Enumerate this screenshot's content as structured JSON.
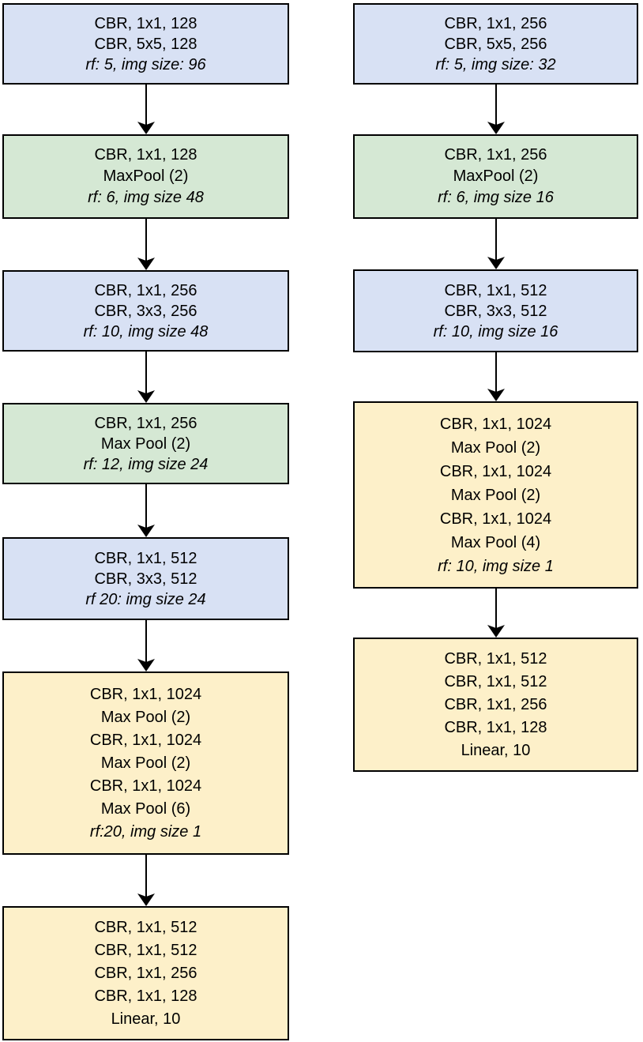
{
  "diagram": {
    "colors": {
      "conv_block": "#d8e1f4",
      "pool_block": "#d5e8d4",
      "head_block": "#fdf0c9",
      "border": "#000000",
      "arrow": "#000000",
      "background": "#ffffff"
    },
    "columns": [
      {
        "name": "left-network",
        "boxes": [
          {
            "type": "conv_block",
            "lines": [
              {
                "text": "CBR, 1x1, 128",
                "italic": false
              },
              {
                "text": "CBR, 5x5, 128",
                "italic": false
              },
              {
                "text": "rf: 5, img size: 96",
                "italic": true
              }
            ]
          },
          {
            "type": "pool_block",
            "lines": [
              {
                "text": "CBR, 1x1, 128",
                "italic": false
              },
              {
                "text": "MaxPool (2)",
                "italic": false
              },
              {
                "text": "rf: 6, img size 48",
                "italic": true
              }
            ]
          },
          {
            "type": "conv_block",
            "lines": [
              {
                "text": "CBR, 1x1, 256",
                "italic": false
              },
              {
                "text": "CBR, 3x3, 256",
                "italic": false
              },
              {
                "text": "rf: 10, img size 48",
                "italic": true
              }
            ]
          },
          {
            "type": "pool_block",
            "lines": [
              {
                "text": "CBR, 1x1, 256",
                "italic": false
              },
              {
                "text": "Max Pool (2)",
                "italic": false
              },
              {
                "text": "rf: 12, img size 24",
                "italic": true
              }
            ]
          },
          {
            "type": "conv_block",
            "lines": [
              {
                "text": "CBR, 1x1, 512",
                "italic": false
              },
              {
                "text": "CBR, 3x3, 512",
                "italic": false
              },
              {
                "text": "rf 20: img size 24",
                "italic": true
              }
            ]
          },
          {
            "type": "head_block",
            "lines": [
              {
                "text": "CBR, 1x1, 1024",
                "italic": false
              },
              {
                "text": "Max Pool (2)",
                "italic": false
              },
              {
                "text": "CBR, 1x1, 1024",
                "italic": false
              },
              {
                "text": "Max Pool (2)",
                "italic": false
              },
              {
                "text": "CBR, 1x1, 1024",
                "italic": false
              },
              {
                "text": "Max Pool (6)",
                "italic": false
              },
              {
                "text": "rf:20, img size 1",
                "italic": true
              }
            ]
          },
          {
            "type": "head_block",
            "lines": [
              {
                "text": "CBR, 1x1, 512",
                "italic": false
              },
              {
                "text": "CBR, 1x1, 512",
                "italic": false
              },
              {
                "text": "CBR, 1x1, 256",
                "italic": false
              },
              {
                "text": "CBR, 1x1, 128",
                "italic": false
              },
              {
                "text": "Linear, 10",
                "italic": false
              }
            ]
          }
        ]
      },
      {
        "name": "right-network",
        "boxes": [
          {
            "type": "conv_block",
            "lines": [
              {
                "text": "CBR, 1x1, 256",
                "italic": false
              },
              {
                "text": "CBR, 5x5, 256",
                "italic": false
              },
              {
                "text": "rf: 5, img size: 32",
                "italic": true
              }
            ]
          },
          {
            "type": "pool_block",
            "lines": [
              {
                "text": "CBR, 1x1, 256",
                "italic": false
              },
              {
                "text": "MaxPool (2)",
                "italic": false
              },
              {
                "text": "rf: 6, img size 16",
                "italic": true
              }
            ]
          },
          {
            "type": "conv_block",
            "lines": [
              {
                "text": "CBR, 1x1, 512",
                "italic": false
              },
              {
                "text": "CBR, 3x3, 512",
                "italic": false
              },
              {
                "text": "rf: 10, img size 16",
                "italic": true
              }
            ]
          },
          {
            "type": "head_block",
            "lines": [
              {
                "text": "CBR, 1x1, 1024",
                "italic": false
              },
              {
                "text": "Max Pool (2)",
                "italic": false
              },
              {
                "text": "CBR, 1x1, 1024",
                "italic": false
              },
              {
                "text": "Max Pool (2)",
                "italic": false
              },
              {
                "text": "CBR, 1x1, 1024",
                "italic": false
              },
              {
                "text": "Max Pool (4)",
                "italic": false
              },
              {
                "text": "rf: 10, img size 1",
                "italic": true
              }
            ]
          },
          {
            "type": "head_block",
            "lines": [
              {
                "text": "CBR, 1x1, 512",
                "italic": false
              },
              {
                "text": "CBR, 1x1, 512",
                "italic": false
              },
              {
                "text": "CBR, 1x1, 256",
                "italic": false
              },
              {
                "text": "CBR, 1x1, 128",
                "italic": false
              },
              {
                "text": "Linear, 10",
                "italic": false
              }
            ]
          }
        ]
      }
    ]
  }
}
